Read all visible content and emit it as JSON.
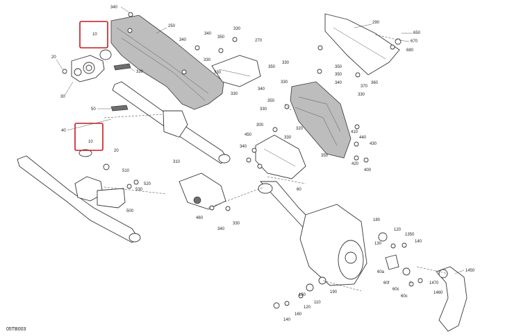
{
  "diagram_code": "05TB003",
  "callouts": {
    "c340a": "340",
    "c250": "250",
    "c10a": "10",
    "c20a": "20",
    "c30": "30",
    "c330a": "330",
    "c50": "50",
    "c340b": "340",
    "c330b": "330",
    "c350a": "350",
    "c330c": "330",
    "c270": "270",
    "c340c": "340",
    "c330d": "330",
    "c330e": "330",
    "c290": "290",
    "c650": "650",
    "c670": "670",
    "c680": "680",
    "c350b": "350",
    "c350c": "350",
    "c340d": "340",
    "c360": "360",
    "c370": "370",
    "c330f": "330",
    "c350d": "350",
    "c330g": "330",
    "c340e": "340",
    "c330h": "330",
    "c350e": "350",
    "c330i": "330",
    "c320": "320",
    "c300": "300",
    "c450": "450",
    "c340f": "340",
    "c330j": "330",
    "c350f": "350",
    "c410": "410",
    "c440": "440",
    "c430": "430",
    "c420": "420",
    "c400": "400",
    "c40": "40",
    "c10b": "10",
    "c20b": "20",
    "c510": "510",
    "c520": "520",
    "c530": "530",
    "c500": "500",
    "c310": "310",
    "c460": "460",
    "c340g": "340",
    "c330k": "330",
    "c60": "60",
    "c180": "180",
    "c120a": "120",
    "c130": "130",
    "c1350": "1350",
    "c140a": "140",
    "c60a": "60a",
    "c60f": "60f",
    "c60c": "60c",
    "c190": "190",
    "c110": "110",
    "c120b": "120",
    "c150": "150",
    "c160": "160",
    "c140b": "140",
    "c1450": "1450",
    "c1470": "1470",
    "c1460": "1460"
  }
}
